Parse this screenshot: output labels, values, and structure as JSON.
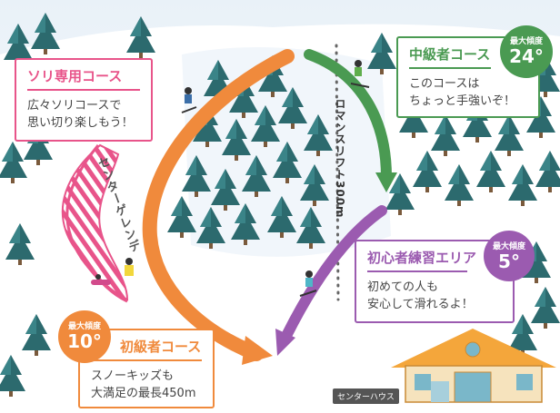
{
  "map": {
    "sled_course": {
      "title": "ソリ専用コース",
      "description": "広々ソリコースで\n思い切り楽しもう！",
      "color": "#e8548a"
    },
    "intermediate": {
      "title": "中級者コース",
      "description": "このコースは\nちょっと手強いぞ！",
      "badge_label": "最大傾度",
      "badge_value": "24°",
      "color": "#4a9a52"
    },
    "beginner_area": {
      "title": "初心者練習エリア",
      "description": "初めての人も\n安心して滑れるよ！",
      "badge_label": "最大傾度",
      "badge_value": "5°",
      "color": "#9b5bb0"
    },
    "novice": {
      "title": "初級者コース",
      "description": "スノーキッズも\n大満足の最長450m",
      "badge_label": "最大傾度",
      "badge_value": "10°",
      "color": "#f08a3c"
    },
    "center_slope_label": "センターゲレンデ",
    "lift_label": "ロマンスリフト300m",
    "center_house_label": "センターハウス",
    "icons": [
      "tree-icon",
      "skier-icon",
      "sled-icon",
      "lift-line-icon",
      "center-house-icon",
      "arrow-icon"
    ]
  }
}
